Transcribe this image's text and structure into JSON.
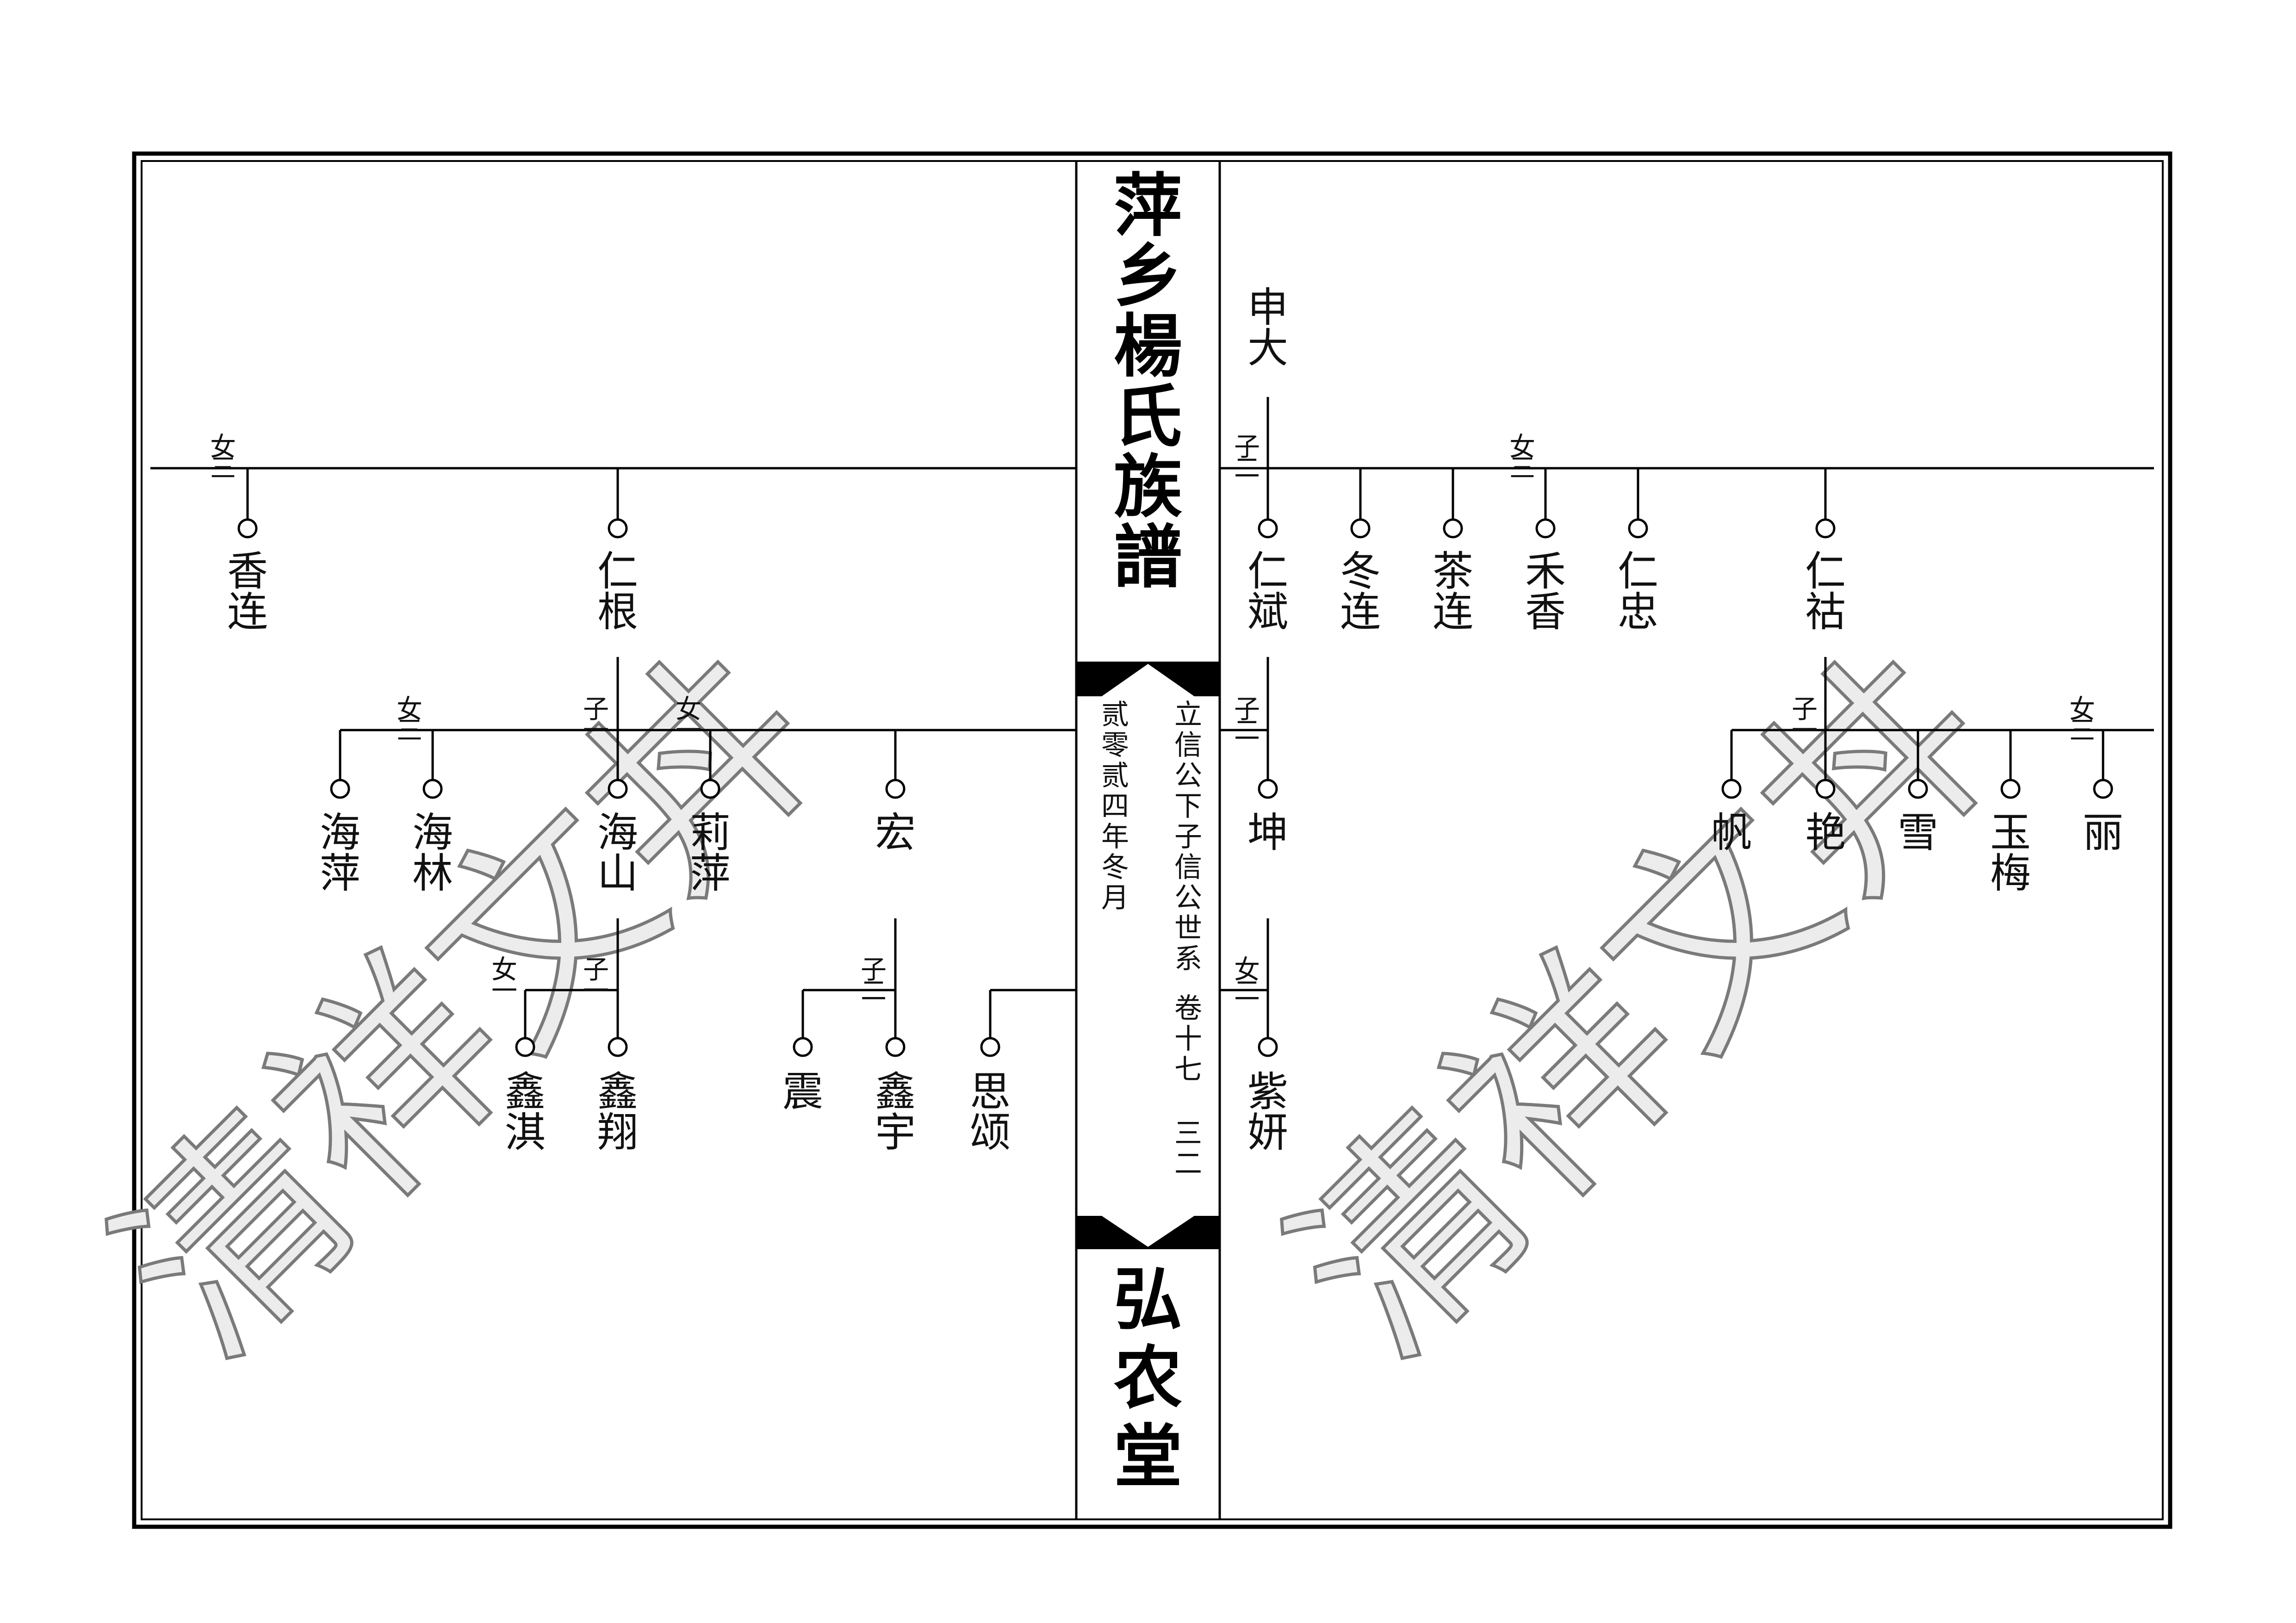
{
  "header": {
    "title_top": "萍乡楊氏族譜",
    "title_bottom": "弘农堂"
  },
  "center_column": {
    "lineage": "立信公下子信公世系",
    "volume": "卷十七",
    "page": "三二",
    "date": "贰零贰四年冬月"
  },
  "watermark": {
    "left": "清祥文丼",
    "right": "清祥文丼"
  },
  "right_page": {
    "ancestor": "申大",
    "children": {
      "relations": [
        "子二",
        "女三"
      ],
      "names": [
        "仁斌",
        "冬连",
        "茶连",
        "禾香",
        "仁忠",
        "仁祜"
      ]
    },
    "kun": {
      "relation": "子二",
      "name": "坤"
    },
    "ziyan": {
      "relation": "女二",
      "name": "紫妍"
    },
    "grandchildren": {
      "relations": [
        "子一",
        "女三"
      ],
      "names": [
        "帆",
        "艳",
        "雪",
        "玉梅",
        "丽"
      ]
    }
  },
  "left_page": {
    "first_row": {
      "relations": [
        "女三"
      ],
      "names": [
        "香连",
        "仁根"
      ]
    },
    "second_row": {
      "relations": [
        "女三",
        "子一",
        "女一"
      ],
      "names": [
        "海萍",
        "海林",
        "海山",
        "莉萍",
        "宏"
      ]
    },
    "haishan_children": {
      "relations": [
        "女一",
        "子一"
      ],
      "names": [
        "鑫淇",
        "鑫翔"
      ]
    },
    "hong_children": {
      "relation": "子二",
      "names": [
        "震",
        "鑫宇"
      ]
    },
    "sisong": {
      "name": "思颂"
    }
  }
}
